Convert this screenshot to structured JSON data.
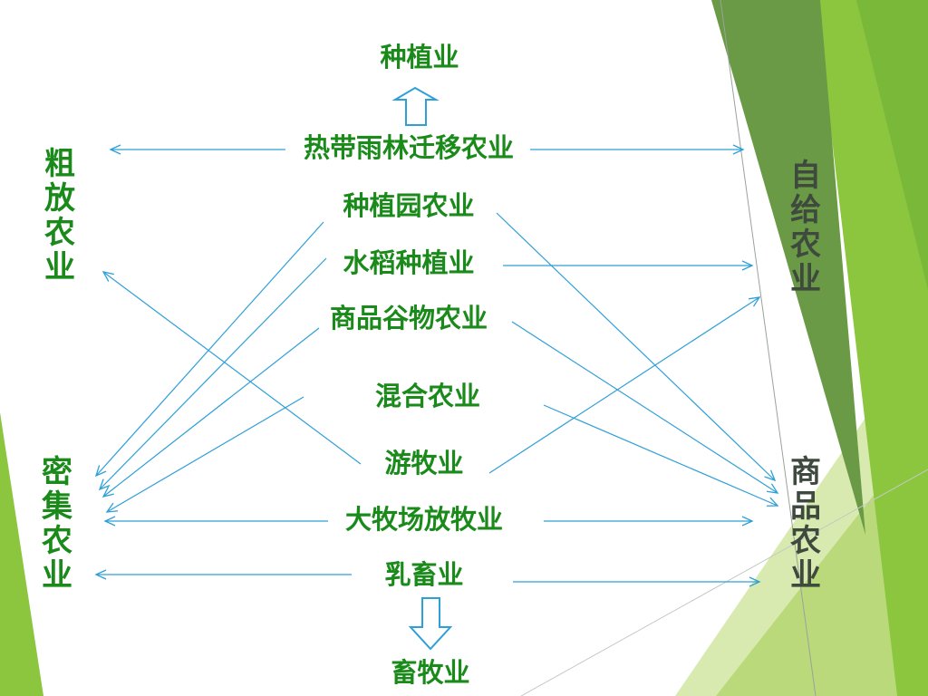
{
  "center_items": [
    "种植业",
    "热带雨林迁移农业",
    "种植园农业",
    "水稻种植业",
    "商品谷物农业",
    "混合农业",
    "游牧业",
    "大牧场放牧业",
    "乳畜业",
    "畜牧业"
  ],
  "left_labels": {
    "extensive": "粗\n放\n农\n业",
    "intensive": "密\n集\n农\n业"
  },
  "right_labels": {
    "subsistence": "自\n给\n农\n业",
    "commercial": "商\n品\n农\n业"
  },
  "colors": {
    "text_green": "#1a8a1a",
    "text_dark": "#3f4a3f",
    "arrow_blue": "#2f9fd8",
    "deco_dark_green": "#6a9a45",
    "deco_lime": "#8cc63f",
    "deco_pale": "#d4e8a8"
  }
}
